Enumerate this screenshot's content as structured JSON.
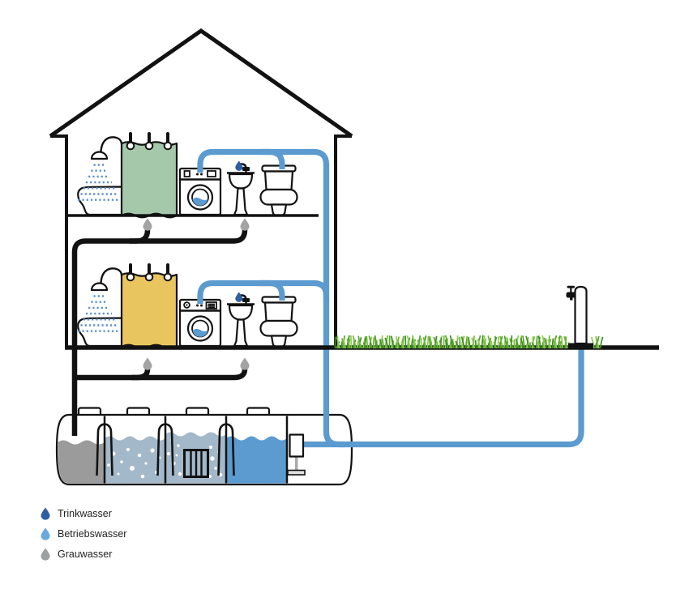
{
  "legend": {
    "items": [
      {
        "id": "trinkwasser",
        "label": "Trinkwasser",
        "color": "#2e5fa3"
      },
      {
        "id": "betriebswasser",
        "label": "Betriebswasser",
        "color": "#69a9dd"
      },
      {
        "id": "grauwasser",
        "label": "Grauwasser",
        "color": "#9d9fa2"
      }
    ]
  },
  "palette": {
    "betriebswasser_pipe": "#5b9bd0",
    "trinkwasser_drop": "#2e5fa3",
    "grauwasser_drop": "#a3a3a3",
    "outline": "#121212",
    "tank_grey_water": "#9b9b9b",
    "tank_aeration_water": "#a3b8c8",
    "tank_clear_water": "#5b9bd0",
    "grass_greens": [
      "#3e8e22",
      "#55a42c",
      "#6fba38",
      "#8fcb54"
    ]
  },
  "scene": {
    "floors": [
      {
        "name": "upper-floor",
        "curtain_color": "#a5c8ab",
        "fixtures": [
          "shower-bathtub",
          "shower-curtain",
          "washing-machine",
          "sink",
          "toilet"
        ]
      },
      {
        "name": "ground-floor",
        "curtain_color": "#e8c55e",
        "fixtures": [
          "shower-bathtub",
          "shower-curtain",
          "washing-machine",
          "sink",
          "toilet"
        ]
      }
    ],
    "tank": {
      "hatch_count": 4,
      "chambers": [
        "grauwasser-inlet",
        "aeration",
        "aeration-filter",
        "clear-water",
        "pump-chamber"
      ]
    },
    "outdoor": {
      "items": [
        "lawn",
        "garden-tap"
      ]
    }
  }
}
